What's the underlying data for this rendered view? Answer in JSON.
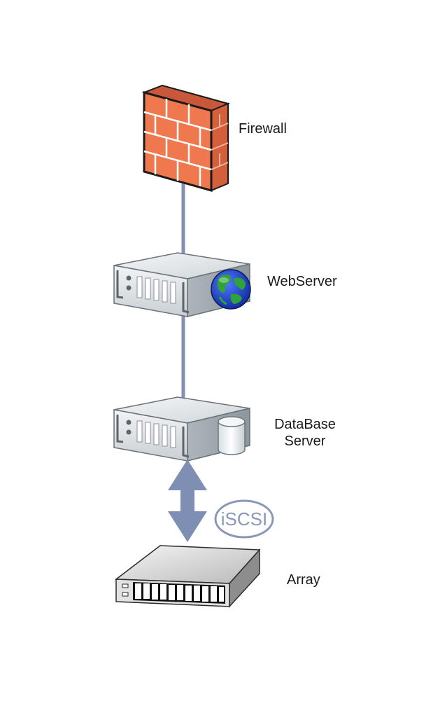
{
  "nodes": {
    "firewall": {
      "label": "Firewall"
    },
    "webserver": {
      "label": "WebServer"
    },
    "dbserver": {
      "label_line1": "DataBase",
      "label_line2": "Server"
    },
    "array": {
      "label": "Array"
    }
  },
  "link": {
    "protocol_label": "iSCSI"
  },
  "colors": {
    "connector": "#8390b3",
    "arrow": "#7f8fb4",
    "brick": "#f0784e",
    "mortar": "#ffffff",
    "server_body": "#d8dde1",
    "globe_ocean": "#1f3fc8",
    "globe_land": "#2fa33a",
    "iscsi_badge": "#8a97b8"
  }
}
